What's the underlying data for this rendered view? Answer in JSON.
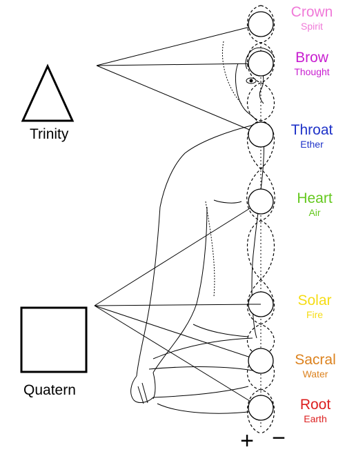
{
  "shapes": {
    "triangle_label": "Trinity",
    "square_label": "Quatern"
  },
  "polarity": {
    "plus": "+",
    "minus": "−"
  },
  "chakras": [
    {
      "id": "crown",
      "name": "Crown",
      "element": "Spirit",
      "color": "#f07ad8"
    },
    {
      "id": "brow",
      "name": "Brow",
      "element": "Thought",
      "color": "#c81ed0"
    },
    {
      "id": "throat",
      "name": "Throat",
      "element": "Ether",
      "color": "#1e32c8"
    },
    {
      "id": "heart",
      "name": "Heart",
      "element": "Air",
      "color": "#64c81e"
    },
    {
      "id": "solar",
      "name": "Solar",
      "element": "Fire",
      "color": "#f5dc14"
    },
    {
      "id": "sacral",
      "name": "Sacral",
      "element": "Water",
      "color": "#dc821e"
    },
    {
      "id": "root",
      "name": "Root",
      "element": "Earth",
      "color": "#dc1e1e"
    }
  ]
}
